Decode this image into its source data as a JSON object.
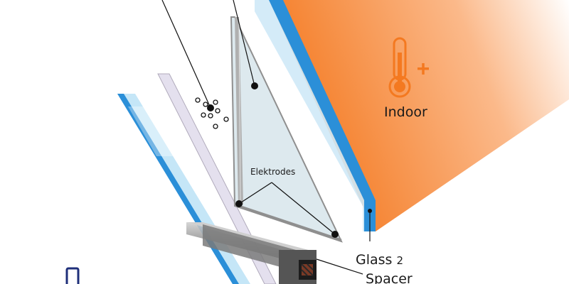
{
  "labels": {
    "indoor": "Indoor",
    "electrodes": "Elektrodes",
    "glass2_word": "Glass",
    "glass2_num": "2",
    "spacer": "Spacer"
  },
  "colors": {
    "indoor_orange": "#f47920",
    "glass_blue": "#2b8fd8",
    "glass_fill": "#cfe9f7",
    "film_fill": "#e4e0ee",
    "frame_gray": "#a8a8a8",
    "cold_navy": "#1f2f7a"
  },
  "icons": {
    "indoor": "thermometer-plus-icon",
    "outdoor": "thermometer-icon"
  }
}
